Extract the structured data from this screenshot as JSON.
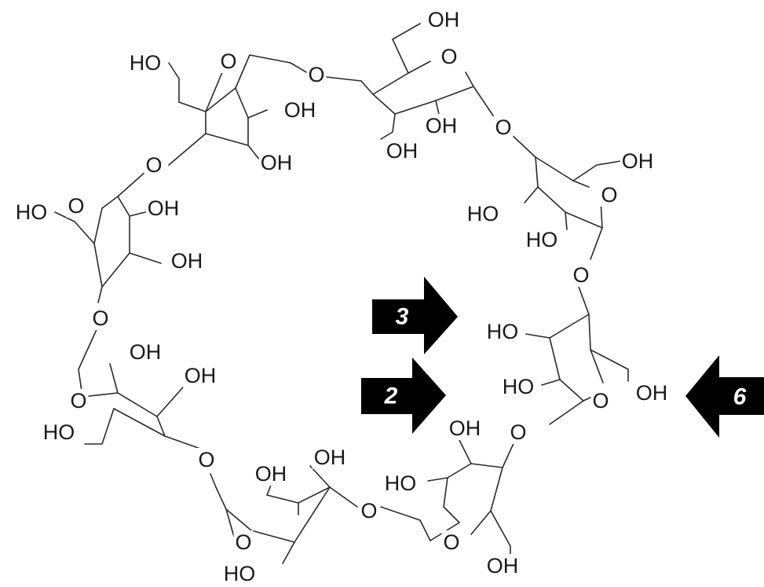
{
  "molecule": {
    "hydroxyl_label": "OH",
    "hydroxyl_label_left": "HO",
    "ring_oxygen_label": "O",
    "bridge_oxygen_label": "O"
  },
  "arrows": [
    {
      "id": "arrow-3",
      "label": "3"
    },
    {
      "id": "arrow-2",
      "label": "2"
    },
    {
      "id": "arrow-6",
      "label": "6"
    }
  ]
}
